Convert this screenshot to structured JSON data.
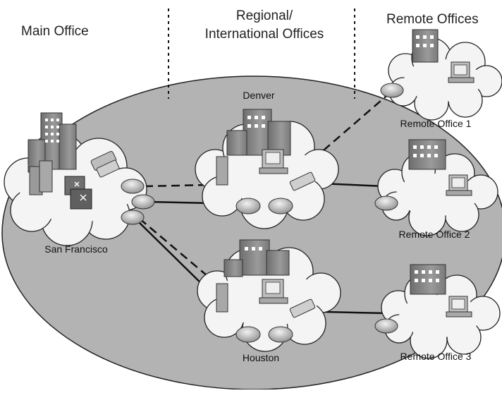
{
  "headers": {
    "main_office": "Main Office",
    "regional": [
      "Regional/",
      "International Offices"
    ],
    "remote": "Remote Offices"
  },
  "sites": {
    "san_francisco": "San Francisco",
    "denver": "Denver",
    "houston": "Houston",
    "remote1": "Remote Office 1",
    "remote2": "Remote Office 2",
    "remote3": "Remote Office 3"
  },
  "colors": {
    "ellipse": "#b3b3b3",
    "cloud": "#f4f4f4",
    "building": "#8d8d8d",
    "device": "#c4c4c4"
  },
  "icons": [
    "building-icon",
    "server-icon",
    "workstation-icon",
    "phone-icon",
    "router-icon",
    "switch-icon"
  ]
}
